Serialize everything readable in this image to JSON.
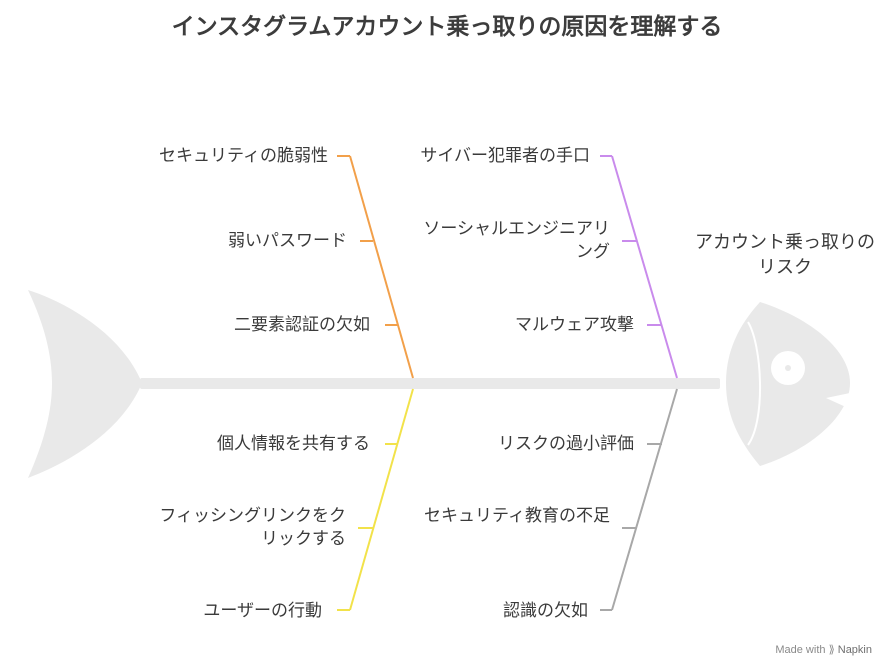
{
  "title": "インスタグラムアカウント乗っ取りの原因を理解する",
  "head_label": "アカウント乗っ取りのリスク",
  "colors": {
    "orange": "#f2a04a",
    "purple": "#c98bec",
    "yellow": "#f2e24a",
    "gray": "#a8a8a8",
    "fish": "#e9e9e9"
  },
  "branches": [
    {
      "id": "security-vulnerabilities",
      "color": "orange",
      "items": [
        "セキュリティの脆弱性",
        "弱いパスワード",
        "二要素認証の欠如"
      ]
    },
    {
      "id": "cybercriminal-methods",
      "color": "purple",
      "items": [
        "サイバー犯罪者の手口",
        "ソーシャルエンジニアリング",
        "マルウェア攻撃"
      ]
    },
    {
      "id": "user-behavior",
      "color": "yellow",
      "items": [
        "個人情報を共有する",
        "フィッシングリンクをクリックする",
        "ユーザーの行動"
      ]
    },
    {
      "id": "lack-of-awareness",
      "color": "gray",
      "items": [
        "リスクの過小評価",
        "セキュリティ教育の不足",
        "認識の欠如"
      ]
    }
  ],
  "footer": {
    "made_with": "Made with",
    "brand": "Napkin"
  }
}
